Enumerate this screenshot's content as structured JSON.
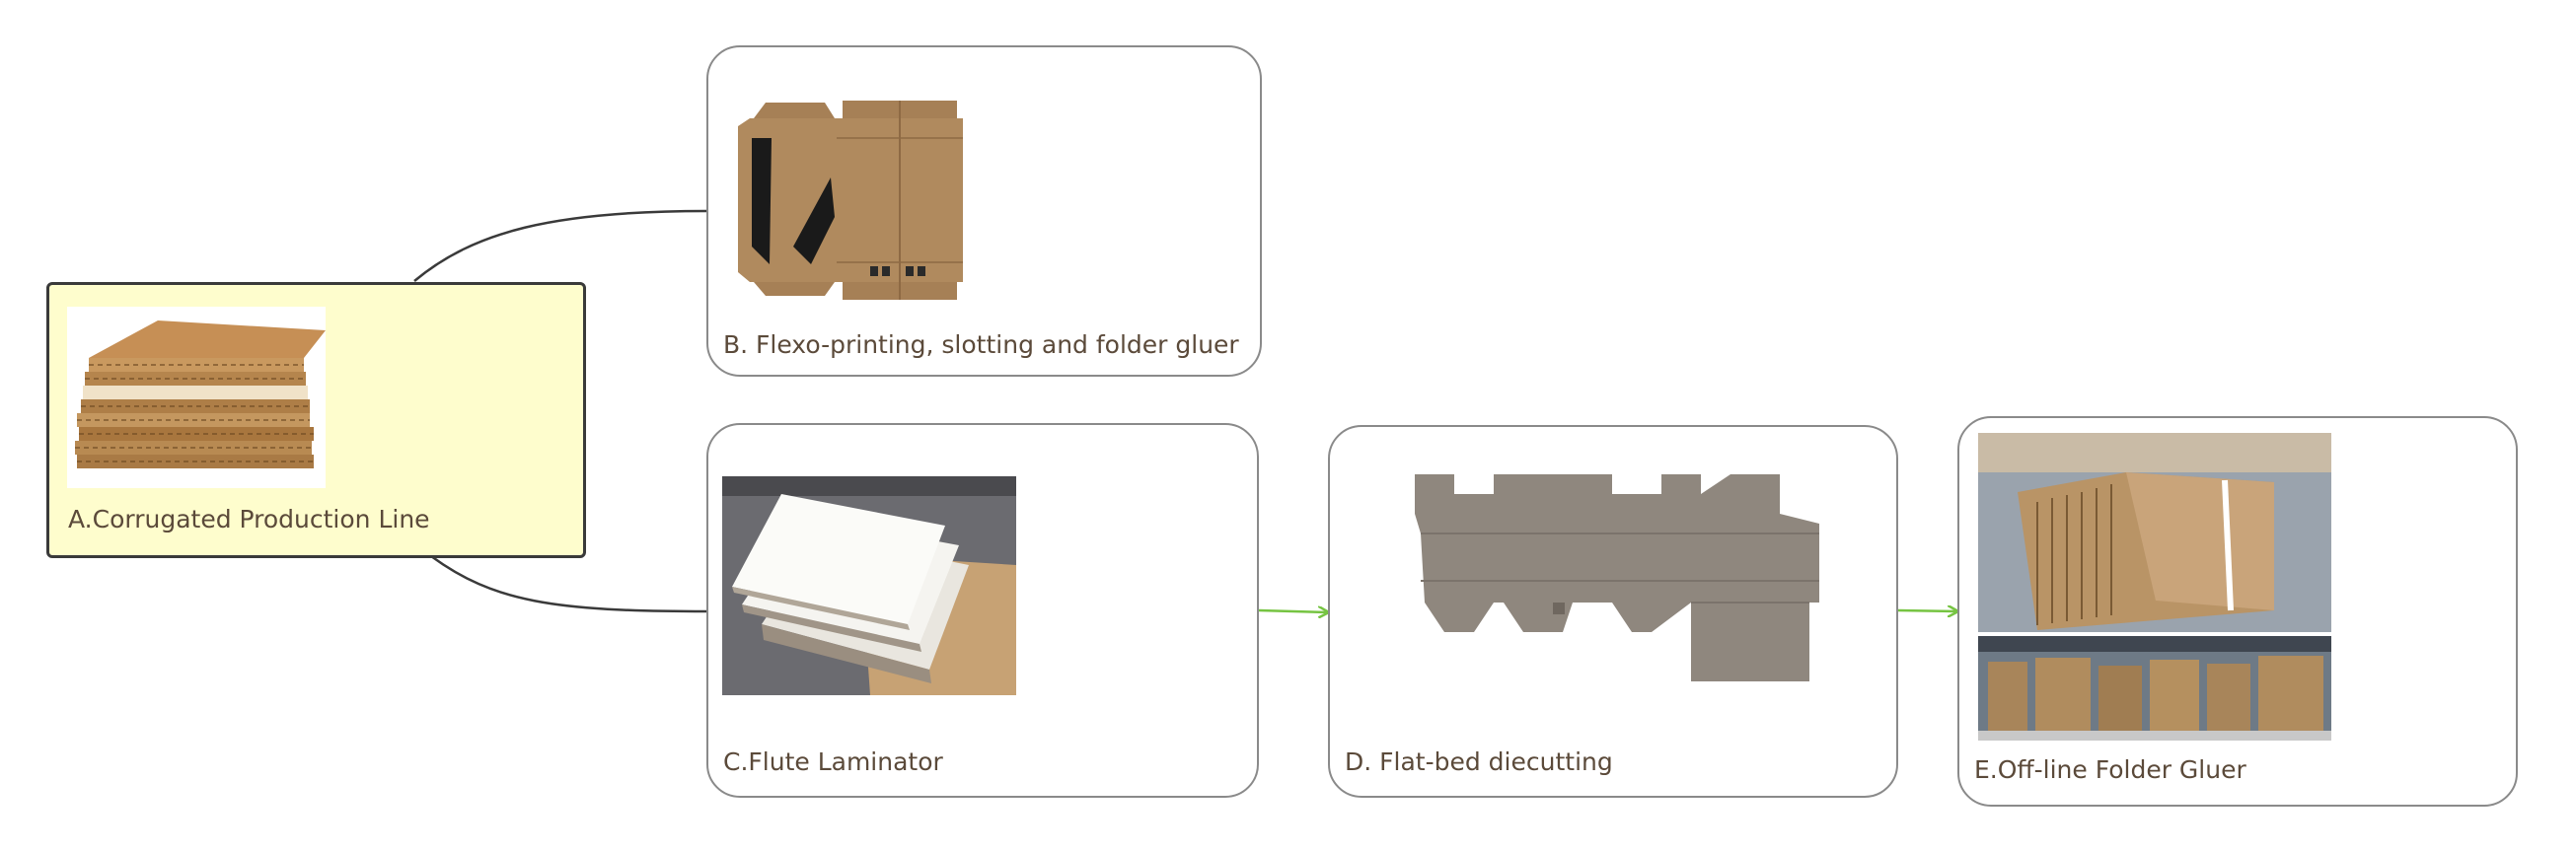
{
  "nodes": {
    "a": {
      "label": "A.Corrugated Production Line",
      "image": "corrugated-board-stack"
    },
    "b": {
      "label": "B. Flexo-printing, slotting and folder gluer",
      "image": "printed-box-blank"
    },
    "c": {
      "label": "C.Flute Laminator",
      "image": "laminated-sheets-stack"
    },
    "d": {
      "label": "D. Flat-bed diecutting",
      "image": "diecut-board"
    },
    "e": {
      "label": "E.Off-line Folder Gluer",
      "image": "folded-boxes-warehouse"
    }
  },
  "colors": {
    "root_fill": "#fefdcd",
    "root_border": "#3a3a3a",
    "node_border": "#8a8a8a",
    "connector": "#3a3a3a",
    "arrow": "#76c442",
    "label_text": "#5b4a3a"
  }
}
